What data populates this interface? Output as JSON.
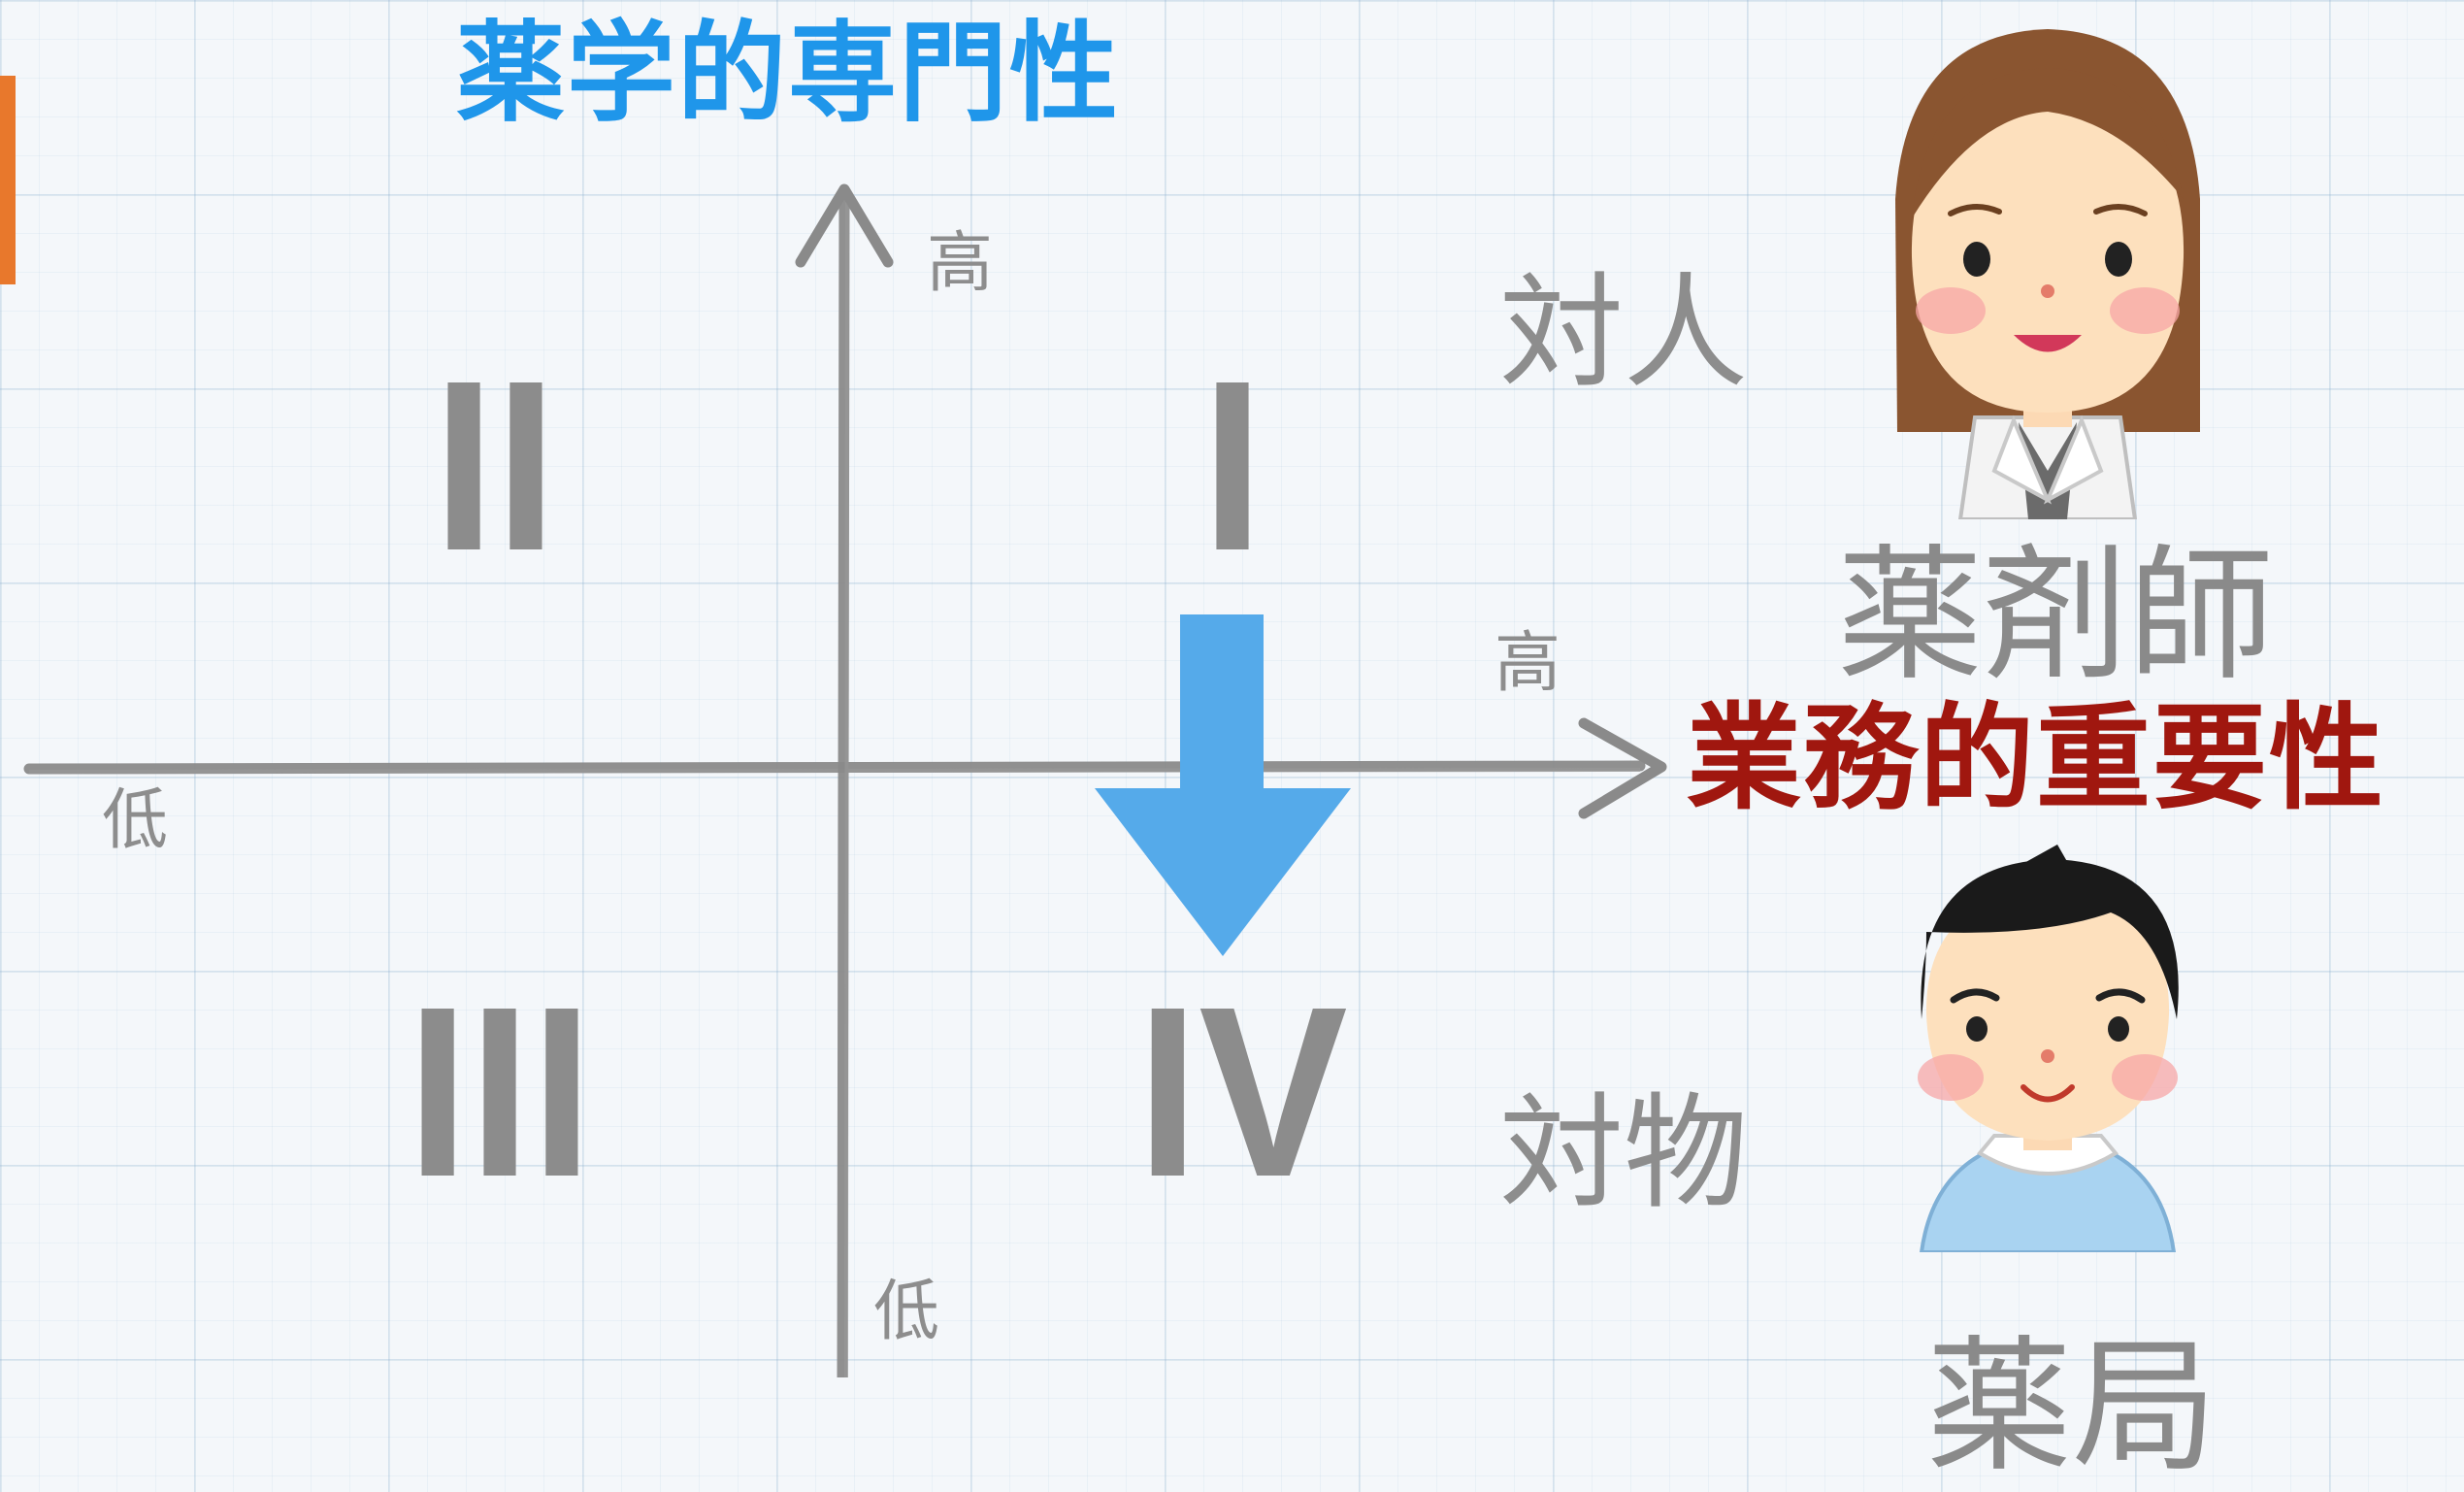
{
  "vertical_axis": {
    "title": "薬学的専門性",
    "high_label": "高",
    "low_label": "低"
  },
  "horizontal_axis": {
    "title": "業務的重要性",
    "high_label": "高",
    "low_label": "低"
  },
  "quadrants": {
    "q1": "I",
    "q2": "II",
    "q3": "III",
    "q4": "IV"
  },
  "categories": {
    "person": "対人",
    "object": "対物"
  },
  "roles": {
    "pharmacist": "薬剤師",
    "clerk": "薬局"
  },
  "colors": {
    "vertical_title": "#1f96ea",
    "horizontal_title": "#a0170f",
    "arrow": "#55aaea",
    "tab": "#e8782c",
    "axis": "#8a8a8a"
  },
  "icons": {
    "pharmacist": "female-pharmacist-icon",
    "clerk": "male-clerk-icon",
    "shift_arrow": "arrow-down-icon"
  }
}
